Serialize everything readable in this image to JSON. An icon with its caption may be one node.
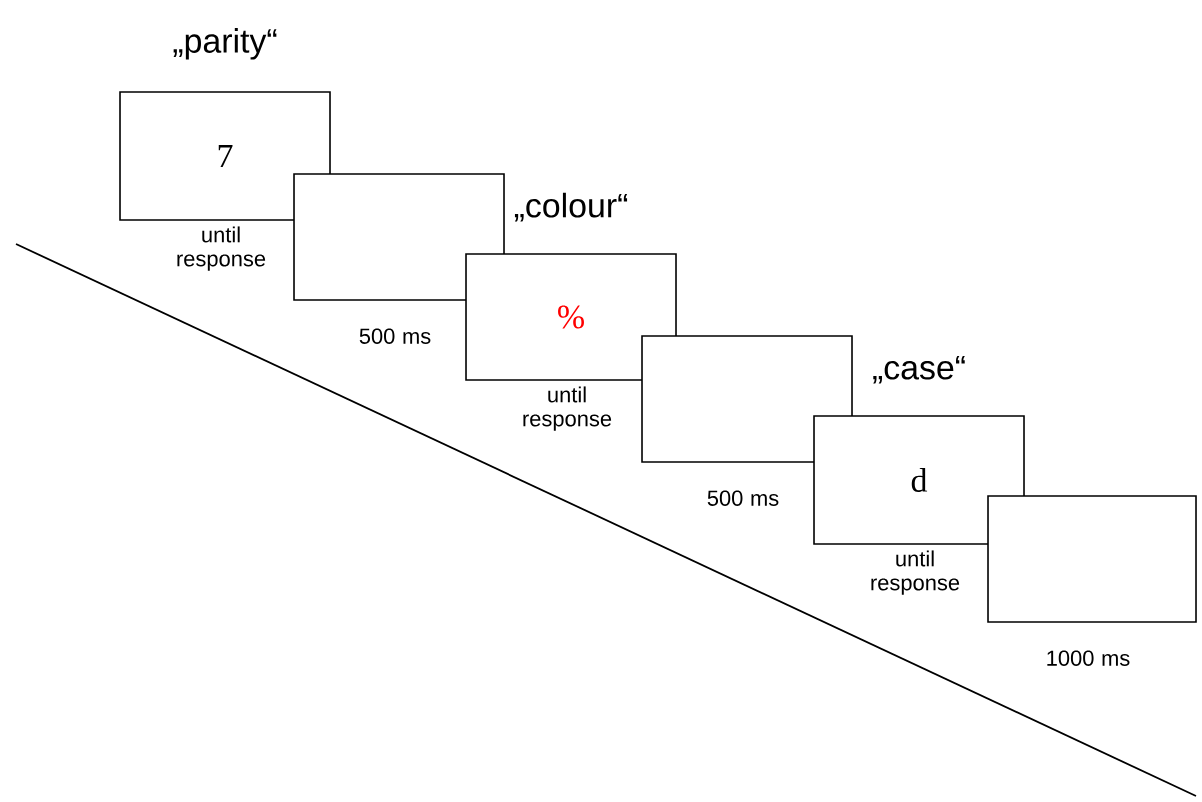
{
  "diagram": {
    "nodes": [
      {
        "text": [
          "„parity“",
          "7"
        ],
        "beside": [
          "until response"
        ]
      },
      {
        "text": [],
        "shape": "box",
        "beside": [
          "500 ms"
        ]
      },
      {
        "text": [
          "„colour“",
          "%"
        ],
        "beside": [
          "until response"
        ]
      },
      {
        "text": [],
        "shape": "box",
        "beside": [
          "500 ms"
        ]
      },
      {
        "text": [
          "„case“",
          "d"
        ],
        "beside": [
          "until response"
        ]
      },
      {
        "text": [],
        "shape": "box",
        "beside": [
          "1000 ms"
        ]
      }
    ],
    "edges": []
  }
}
